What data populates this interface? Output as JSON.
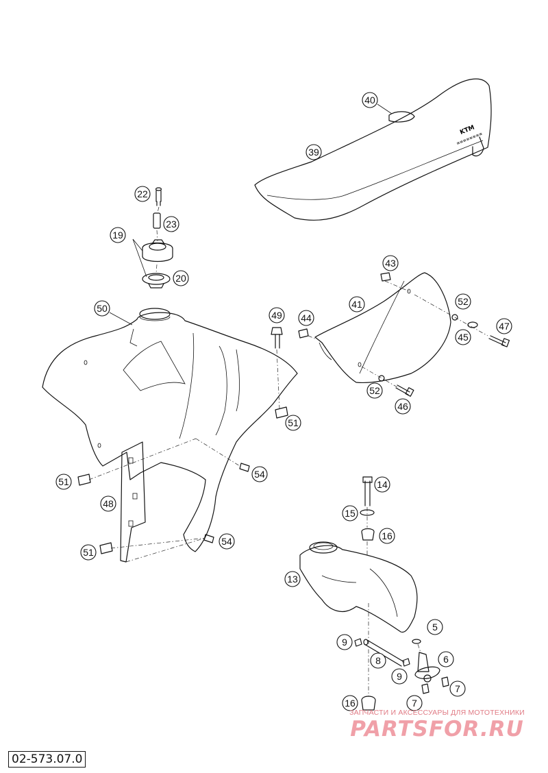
{
  "diagram": {
    "code": "02-573.07.0",
    "callouts": [
      "40",
      "39",
      "22",
      "23",
      "19",
      "20",
      "50",
      "49",
      "43",
      "41",
      "44",
      "52",
      "45",
      "47",
      "46",
      "51",
      "54",
      "48",
      "14",
      "15",
      "16",
      "13",
      "5",
      "9",
      "8",
      "6",
      "7"
    ]
  },
  "watermark": {
    "tagline": "ЗАПЧАСТИ И АКСЕССУАРЫ ДЛЯ МОТОТЕХНИКИ",
    "brand": "PARTSFOR.RU",
    "color": "#f0a0a8"
  }
}
